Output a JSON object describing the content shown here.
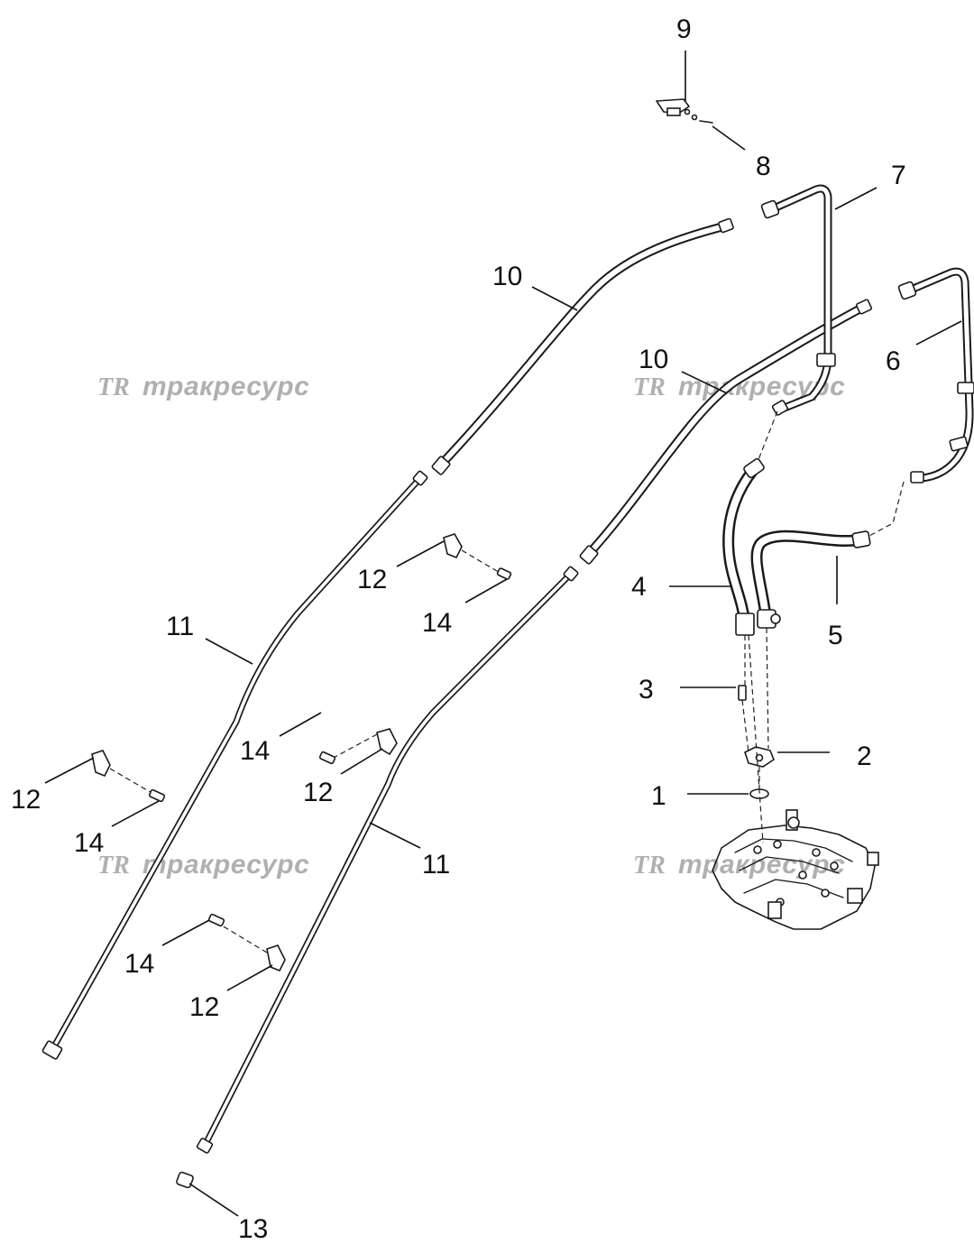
{
  "watermark": {
    "logo": "TR",
    "text": "тракресурс"
  },
  "callouts": {
    "c1": "1",
    "c2": "2",
    "c3": "3",
    "c4": "4",
    "c5": "5",
    "c6": "6",
    "c7": "7",
    "c8": "8",
    "c9": "9",
    "c10a": "10",
    "c10b": "10",
    "c11a": "11",
    "c11b": "11",
    "c12a": "12",
    "c12b": "12",
    "c12c": "12",
    "c12d": "12",
    "c13": "13",
    "c14a": "14",
    "c14b": "14",
    "c14c": "14",
    "c14d": "14"
  }
}
